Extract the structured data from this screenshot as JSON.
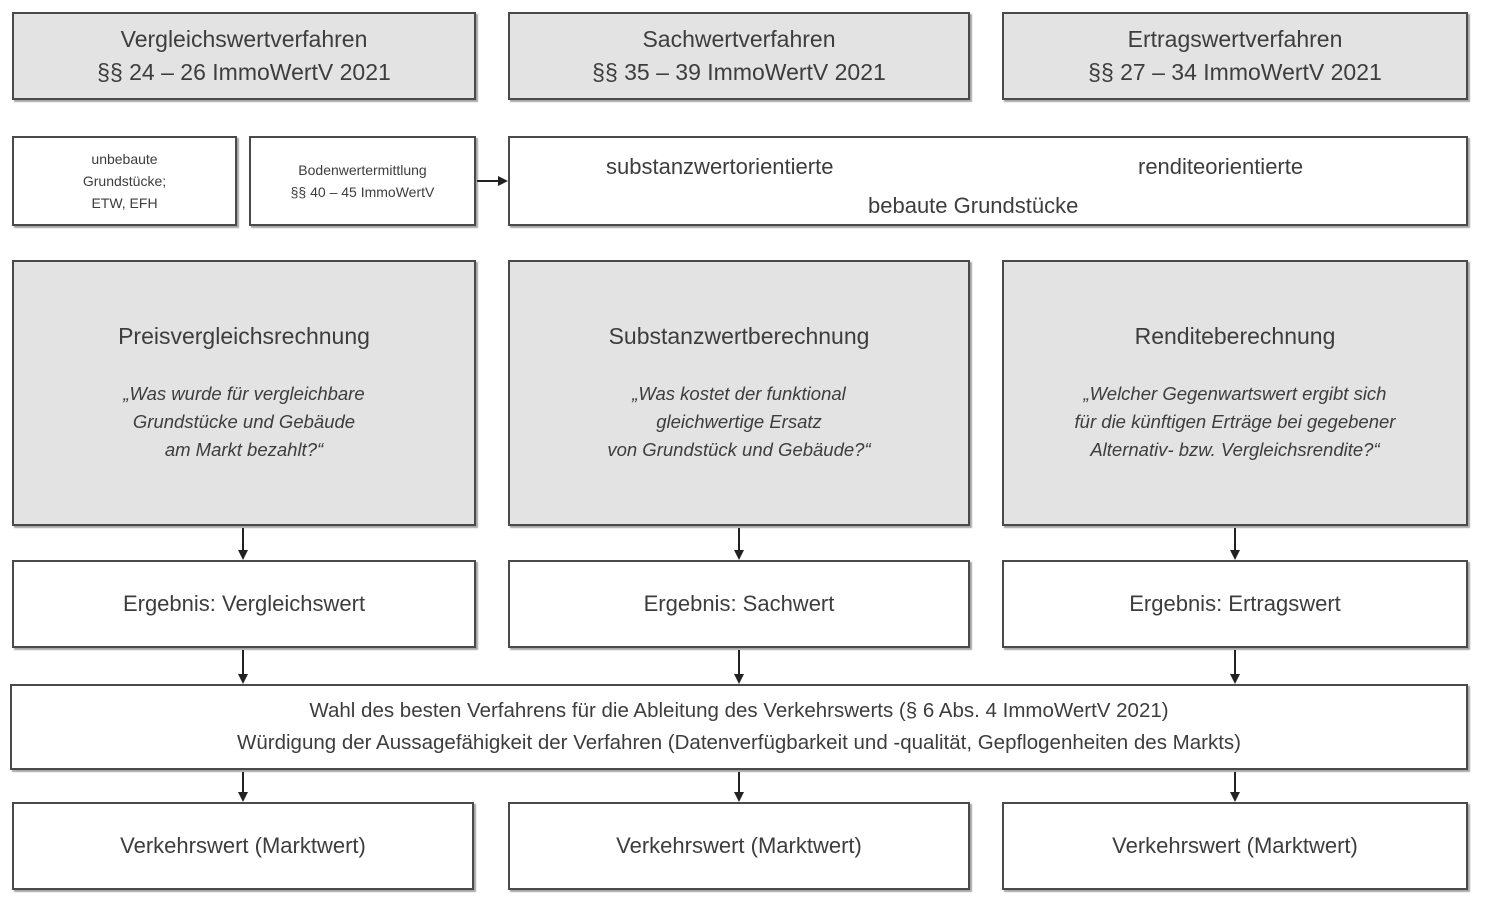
{
  "methods": [
    {
      "name": "Vergleichswertverfahren",
      "law": "§§ 24 – 26 ImmoWertV 2021"
    },
    {
      "name": "Sachwertverfahren",
      "law": "§§ 35 – 39 ImmoWertV 2021"
    },
    {
      "name": "Ertragswertverfahren",
      "law": "§§ 27 – 34 ImmoWertV 2021"
    }
  ],
  "land": {
    "unbuilt": [
      "unbebaute",
      "Grundstücke;",
      "ETW, EFH"
    ],
    "valuation_title": "Bodenwertermittlung",
    "valuation_law": "§§ 40 – 45 ImmoWertV"
  },
  "built": {
    "substance_label": "substanzwertorientierte",
    "yield_label": "renditeorientierte",
    "built_label": "bebaute Grundstücke"
  },
  "calculations": [
    {
      "title": "Preisvergleichsrechnung",
      "question": "„Was wurde für vergleichbare\nGrundstücke und Gebäude\nam Markt bezahlt?“"
    },
    {
      "title": "Substanzwertberechnung",
      "question": "„Was kostet der funktional\ngleichwertige Ersatz\nvon Grundstück und Gebäude?“"
    },
    {
      "title": "Renditeberechnung",
      "question": "„Welcher Gegenwartswert ergibt sich\nfür die künftigen Erträge bei gegebener\nAlternativ- bzw. Vergleichsrendite?“"
    }
  ],
  "results": [
    "Ergebnis: Vergleichswert",
    "Ergebnis: Sachwert",
    "Ergebnis: Ertragswert"
  ],
  "selection": {
    "line1": "Wahl des besten Verfahrens für die Ableitung des Verkehrswerts (§ 6 Abs. 4 ImmoWertV 2021)",
    "line2": "Würdigung der Aussagefähigkeit der Verfahren (Datenverfügbarkeit und -qualität, Gepflogenheiten des Markts)"
  },
  "market_values": [
    "Verkehrswert (Marktwert)",
    "Verkehrswert (Marktwert)",
    "Verkehrswert (Marktwert)"
  ]
}
